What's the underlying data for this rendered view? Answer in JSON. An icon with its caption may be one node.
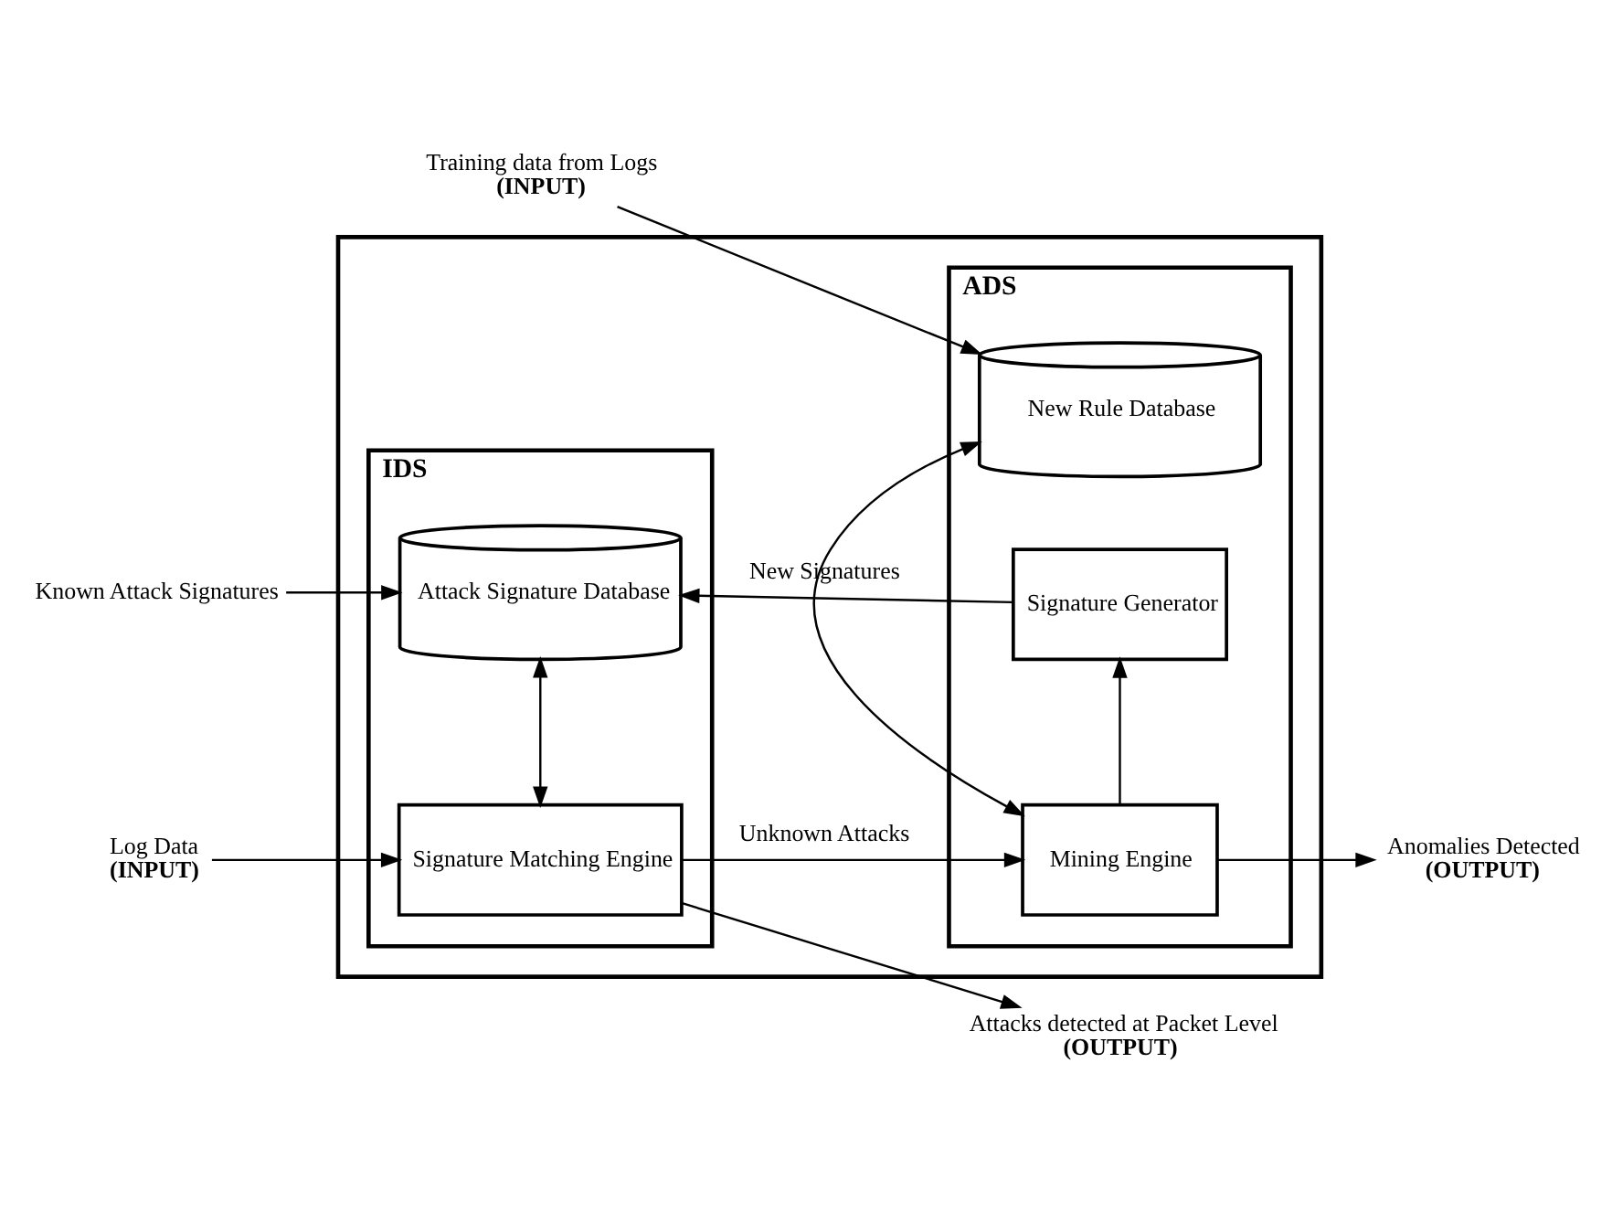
{
  "diagram": {
    "nodes": [
      {
        "text": [],
        "shape": "box"
      },
      {
        "text": [
          "IDS"
        ],
        "in": 0
      },
      {
        "text": [
          "Signature Matching Engine"
        ],
        "in": 1
      },
      {
        "text": [
          "Attack Signature Database"
        ],
        "in": 1
      },
      {
        "text": [
          "ADS"
        ],
        "in": 0
      },
      {
        "text": [
          "New Rule Database"
        ],
        "in": 4
      },
      {
        "text": [
          "Mining Engine"
        ],
        "in": 4
      },
      {
        "text": [
          "Signature Generator"
        ],
        "in": 4
      },
      {
        "text": [
          "Attacks detected at Packet Level",
          "(OUTPUT)"
        ]
      },
      {
        "text": [
          "Training data from Logs",
          "(INPUT)"
        ]
      },
      {
        "text": [
          "Log Data",
          "(INPUT)"
        ]
      },
      {
        "text": [
          "Anomalies Detected",
          "(OUTPUT)"
        ]
      },
      {
        "text": [
          "Known Attack Signatures"
        ]
      }
    ],
    "edges": [
      {
        "from": 2,
        "to": 8,
        "arrow": "to"
      },
      {
        "from": 9,
        "to": 5,
        "arrow": "to"
      },
      {
        "from": 10,
        "to": 2,
        "arrow": "to"
      },
      {
        "from": 2,
        "to": 3,
        "arrow": "both"
      },
      {
        "from": 5,
        "to": 6,
        "arrow": "both"
      },
      {
        "from": 2,
        "to": 6,
        "arrow": "to",
        "label": "Unknown Attacks"
      },
      {
        "from": 6,
        "to": 11,
        "arrow": "to"
      },
      {
        "from": 6,
        "to": 7,
        "arrow": "to"
      },
      {
        "from": 7,
        "to": 3,
        "arrow": "to",
        "label": "New Signatures"
      },
      {
        "from": 12,
        "to": 3,
        "arrow": "to"
      }
    ]
  }
}
